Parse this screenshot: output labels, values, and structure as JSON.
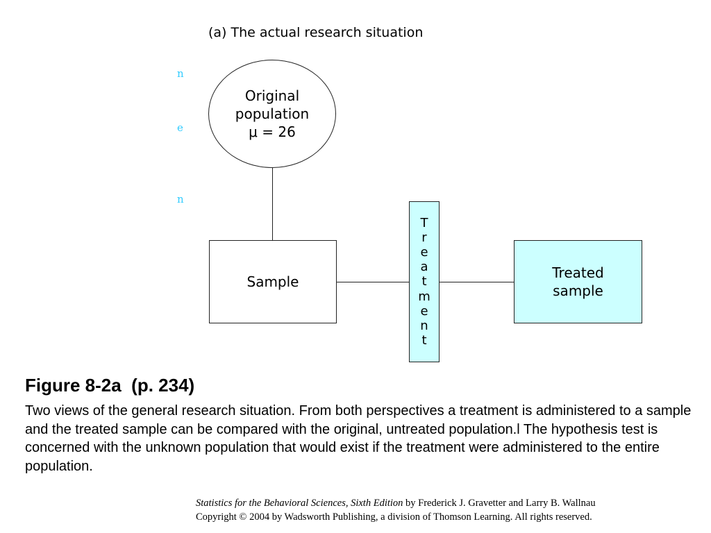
{
  "diagram": {
    "title": "(a) The actual research situation",
    "population": {
      "line1": "Original",
      "line2": "population",
      "line3": "μ = 26"
    },
    "sample_label": "Sample",
    "treatment_letters": [
      "T",
      "r",
      "e",
      "a",
      "t",
      "m",
      "e",
      "n",
      "t"
    ],
    "treated_sample": {
      "line1": "Treated",
      "line2": "sample"
    },
    "accent_color": "#ccffff",
    "stray_marks": [
      "n",
      "e",
      "n"
    ]
  },
  "figure": {
    "title": "Figure 8-2a  (p. 234)",
    "caption": "Two views of the general research situation. From both perspectives a treatment is administered to a sample and the treated sample can be compared with the original, untreated population.l The hypothesis test is concerned with the unknown population that would exist if the treatment were administered to the entire population."
  },
  "credit": {
    "book_title": "Statistics for the Behavioral Sciences, Sixth Edition",
    "authors": " by Frederick J. Gravetter and Larry B. Wallnau",
    "copyright": "Copyright © 2004 by Wadsworth Publishing, a division of Thomson Learning.  All rights reserved."
  }
}
